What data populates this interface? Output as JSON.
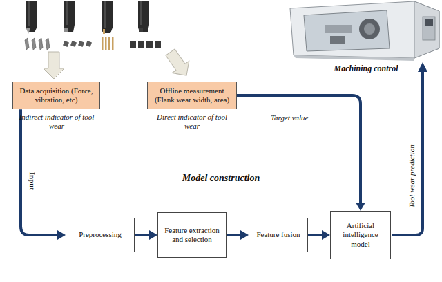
{
  "diagram": {
    "nodes": [
      {
        "text": [
          "Data acquisition (Force, vibration, etc)"
        ]
      },
      {
        "text": [
          "Model construction"
        ]
      },
      {
        "text": [
          "Offline measurement (Flank wear width, area)"
        ],
        "in": 1
      },
      {
        "text": [
          "Preprocessing"
        ],
        "in": 1
      },
      {
        "text": [
          "Feature extraction and selection"
        ],
        "in": 1
      },
      {
        "text": [
          "Feature fusion"
        ],
        "in": 1
      },
      {
        "text": [
          "Artificial intelligence model"
        ],
        "in": 1
      }
    ],
    "edges": [
      {
        "from": 0,
        "to": 3,
        "arrow": "to",
        "label": "Input"
      },
      {
        "from": 2,
        "to": 6,
        "arrow": "to",
        "label": "Target value"
      },
      {
        "from": 3,
        "to": 4,
        "arrow": "to"
      },
      {
        "from": 4,
        "to": 5,
        "arrow": "to"
      },
      {
        "from": 5,
        "to": 6,
        "arrow": "to"
      }
    ],
    "labels": [
      "Indirect indicator of tool wear",
      "Direct indicator of tool wear",
      "Machining control",
      "Tool wear prediction"
    ]
  }
}
